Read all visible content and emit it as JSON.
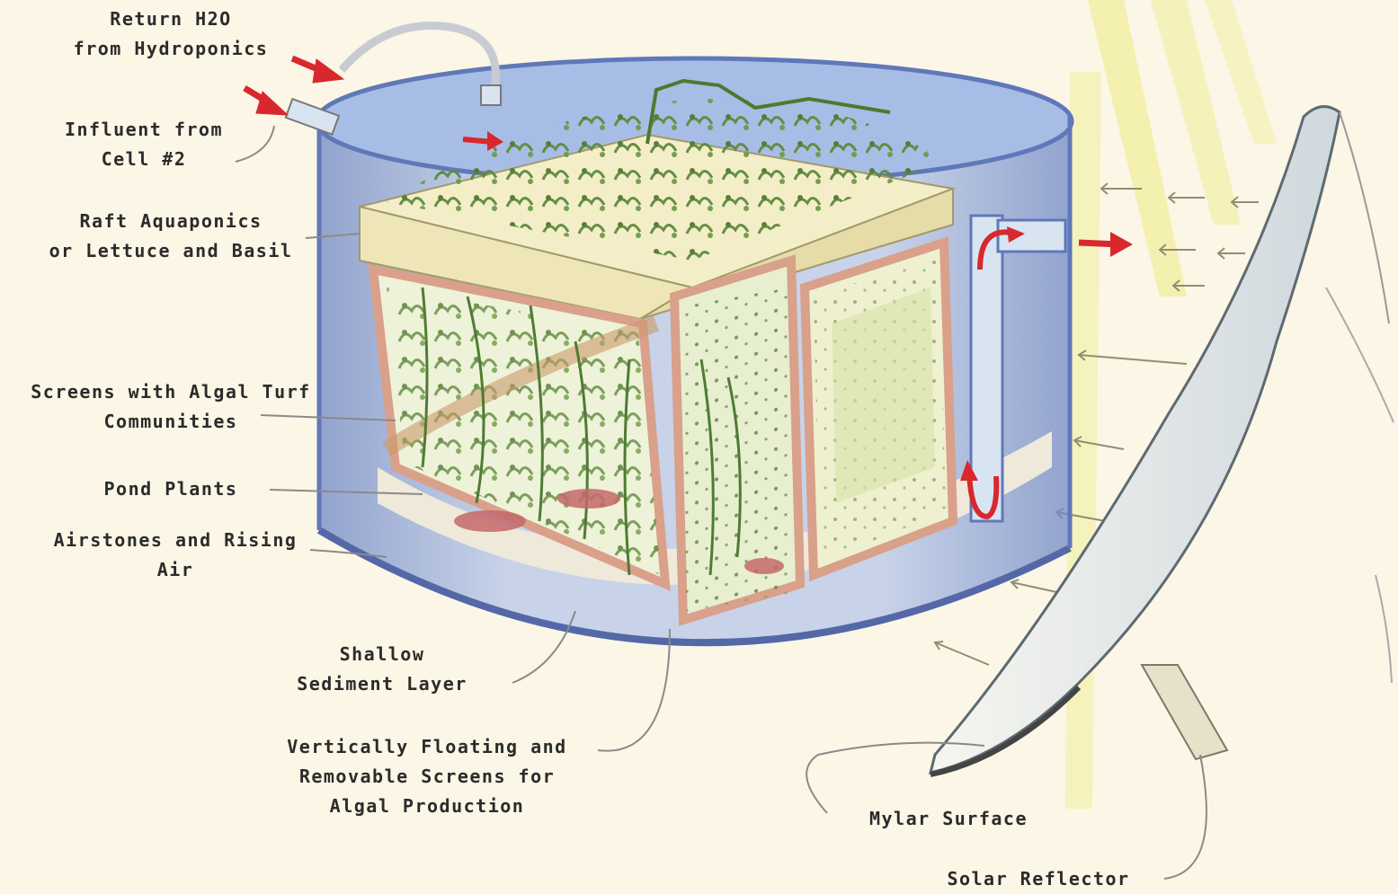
{
  "labels": {
    "return_h2o": [
      "Return H2O",
      "from Hydroponics"
    ],
    "influent": [
      "Influent from",
      "Cell #2"
    ],
    "raft": [
      "Raft Aquaponics",
      "or Lettuce and Basil"
    ],
    "screens": [
      "Screens with Algal Turf",
      "Communities"
    ],
    "pond_plants": [
      "Pond Plants"
    ],
    "airstones": [
      "Airstones and Rising",
      "Air"
    ],
    "sediment": [
      "Shallow",
      "Sediment Layer"
    ],
    "vertical_screens": [
      "Vertically Floating and",
      "Removable Screens for",
      "Algal Production"
    ],
    "mylar": [
      "Mylar Surface"
    ],
    "solar": [
      "Solar Reflector"
    ]
  },
  "colors": {
    "tank": "#8ea6d8",
    "tank_dark": "#5f78b8",
    "water": "#a8bde6",
    "foam": "#f1e8c0",
    "plants": "#6f9450",
    "frame": "#d9a08a",
    "arrow_red": "#d8282e",
    "sun": "#f2ee9c",
    "reflector": "#dfe6ea"
  }
}
